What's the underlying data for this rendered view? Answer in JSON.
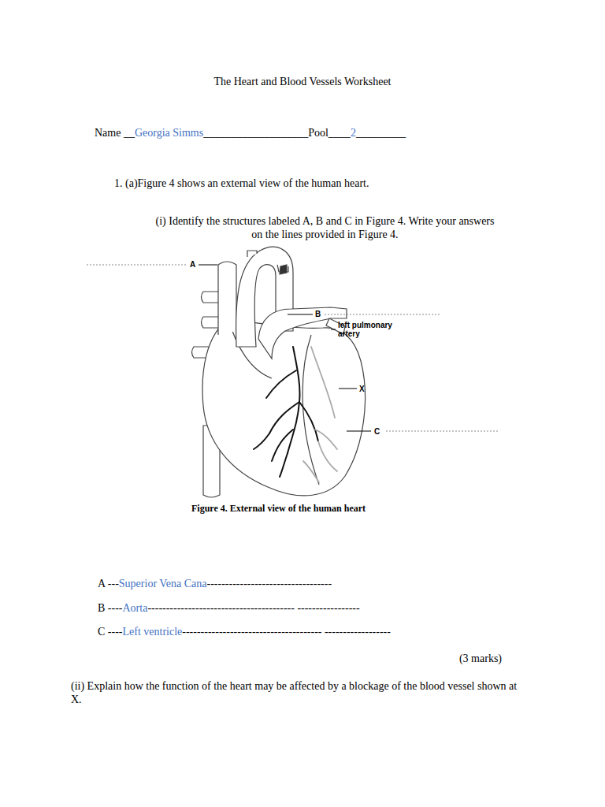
{
  "diagram": {
    "title": "The Heart and Blood Vessels Worksheet",
    "caption": "Figure 4. External view of the human heart",
    "labels": [
      "Name __",
      "Georgia Simms",
      "___________________",
      "Pool____",
      "2",
      "_________",
      "1. (a)Figure 4 shows an external view of the human heart.",
      "(i) Identify the structures labeled A, B and C in Figure 4. Write your answers on the lines provided in Figure 4.",
      "A",
      "B",
      "left pulmonary artery",
      "X",
      "C",
      "A ---",
      "Superior Vena Cana",
      "----------------------------------",
      "B ----",
      "Aorta",
      "---------------------------------------- -----------------",
      "C ----",
      "Left ventricle",
      "-------------------------------------- ------------------",
      "(3 marks)",
      "(ii) Explain how the function of the heart may be affected by a blockage of the blood vessel shown at X."
    ]
  }
}
